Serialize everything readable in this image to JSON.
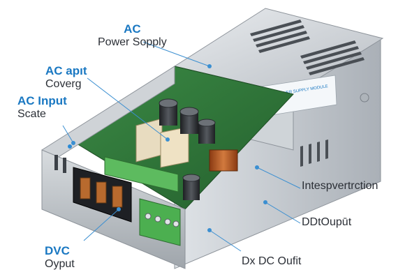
{
  "callouts": {
    "ac_power_supply": {
      "title": "AC",
      "subtitle": "Power Sopply"
    },
    "ac_input_cover": {
      "title": "AC apıt",
      "subtitle": "Coverg"
    },
    "ac_input_scale": {
      "title": "AC Input",
      "subtitle": "Scate"
    },
    "interconnection": {
      "text": "Intespvertrction"
    },
    "dc_output": {
      "text": "DDtOupūt"
    },
    "dvc_output": {
      "title": "DVC",
      "subtitle": "Oyput"
    },
    "dx_dc_output": {
      "text": "Dx DC Oufit"
    }
  },
  "device": {
    "label_sticker_text": "AC/DC POWER SUPPLY MODULE",
    "accent_color": "#1a78c2",
    "metal_color": "#c9ced3",
    "pcb_color": "#2f7a3a",
    "terminal_green": "#4caf50"
  }
}
